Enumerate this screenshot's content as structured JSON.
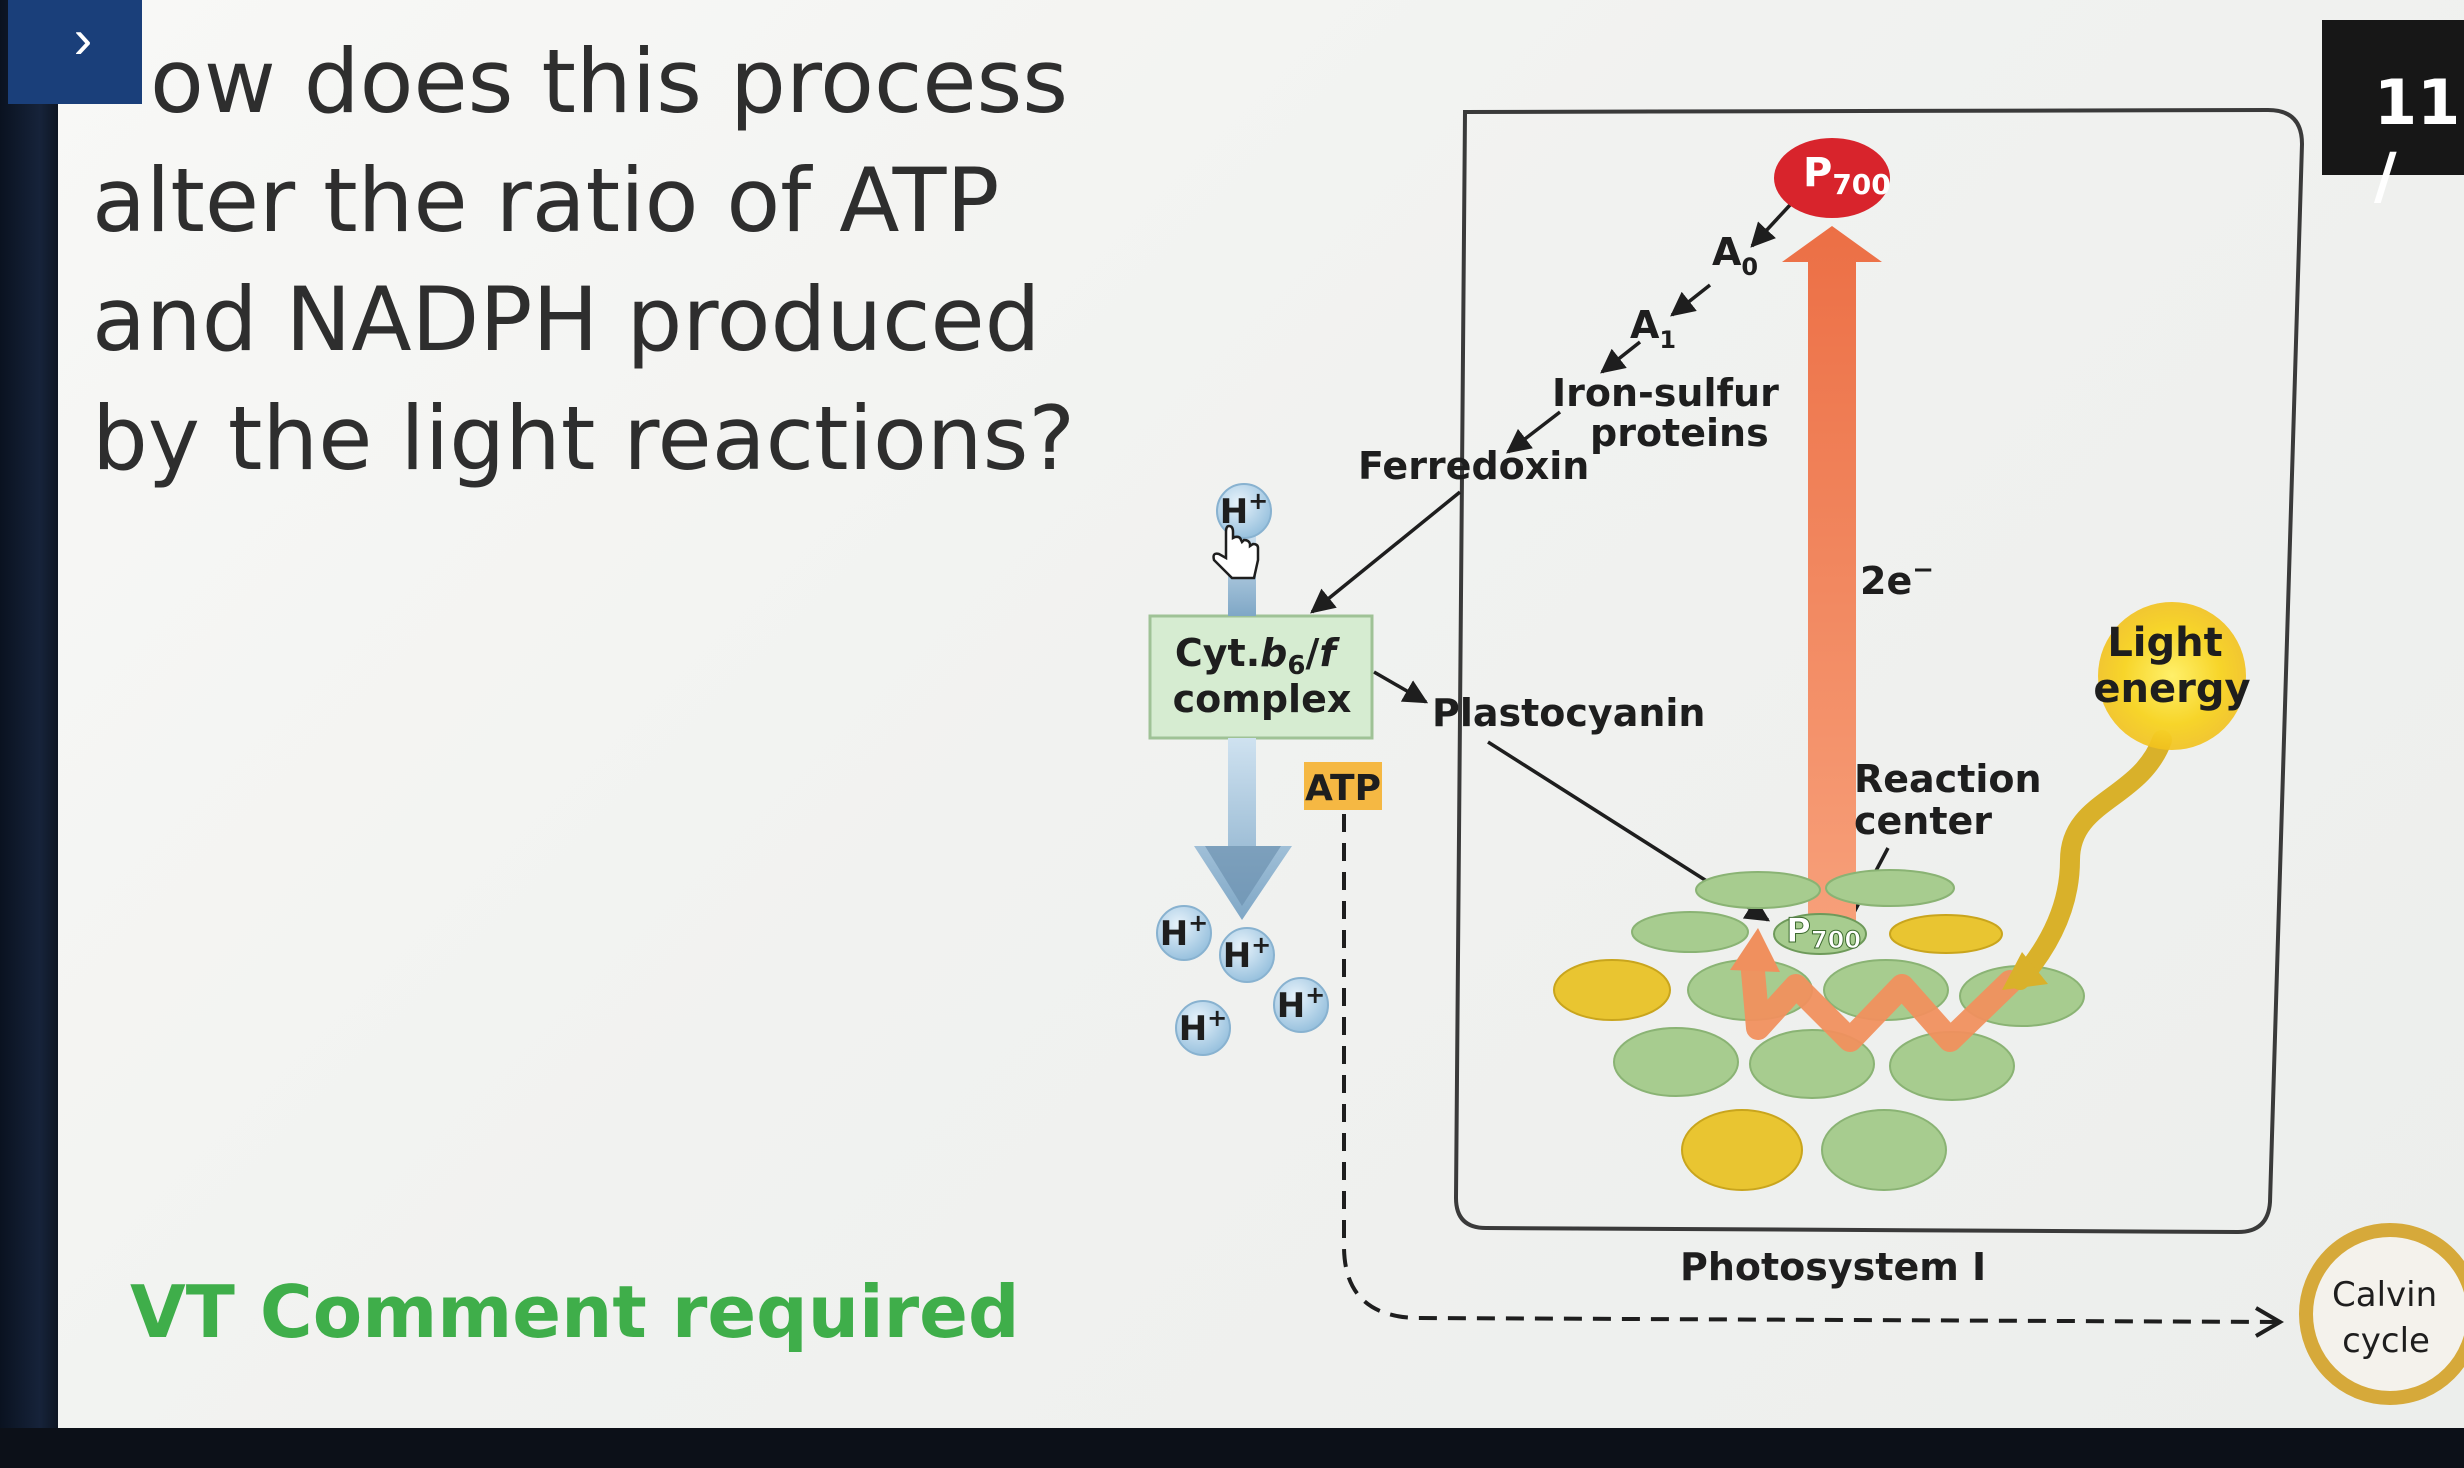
{
  "question": {
    "lines": [
      "ow does this process",
      "alter the ratio of ATP",
      "and NADPH produced",
      "by the light reactions?"
    ]
  },
  "comment": "VT Comment required",
  "slide_number": "11 /",
  "nav": {
    "icon": "chevron-right-icon",
    "glyph": "›"
  },
  "diagram": {
    "p700_top_main": "P",
    "p700_top_sub": "700",
    "a0_main": "A",
    "a0_sub": "0",
    "a1_main": "A",
    "a1_sub": "1",
    "iron_sulfur_line1": "Iron-sulfur",
    "iron_sulfur_line2": "proteins",
    "ferredoxin": "Ferredoxin",
    "two_e": "2e",
    "two_e_sup": "−",
    "cyt_line1_a": "Cyt.",
    "cyt_line1_b": "b",
    "cyt_line1_sub": "6",
    "cyt_line1_c": "/",
    "cyt_line1_d": "f",
    "cyt_line2": "complex",
    "plastocyanin": "Plastocyanin",
    "atp": "ATP",
    "light_line1": "Light",
    "light_line2": "energy",
    "reaction_center_line1": "Reaction",
    "reaction_center_line2": "center",
    "p700_bottom_main": "P",
    "p700_bottom_sub": "700",
    "photosystem": "Photosystem I",
    "calvin_line1": "Calvin",
    "calvin_line2": "cycle",
    "proton_main": "H",
    "proton_sup": "+"
  },
  "colors": {
    "nav_blue": "#1a3f7a",
    "comment_green": "#3fae4a",
    "p700_red": "#d8242c",
    "electron_arrow": "#f0825a",
    "disc_green": "#a7cc8f",
    "disc_yellow": "#e9c531",
    "cyt_box": "#d6ecd1",
    "atp_box": "#f5b843",
    "proton_blue": "#a8cfe8",
    "calvin_gold": "#d6a93a"
  }
}
